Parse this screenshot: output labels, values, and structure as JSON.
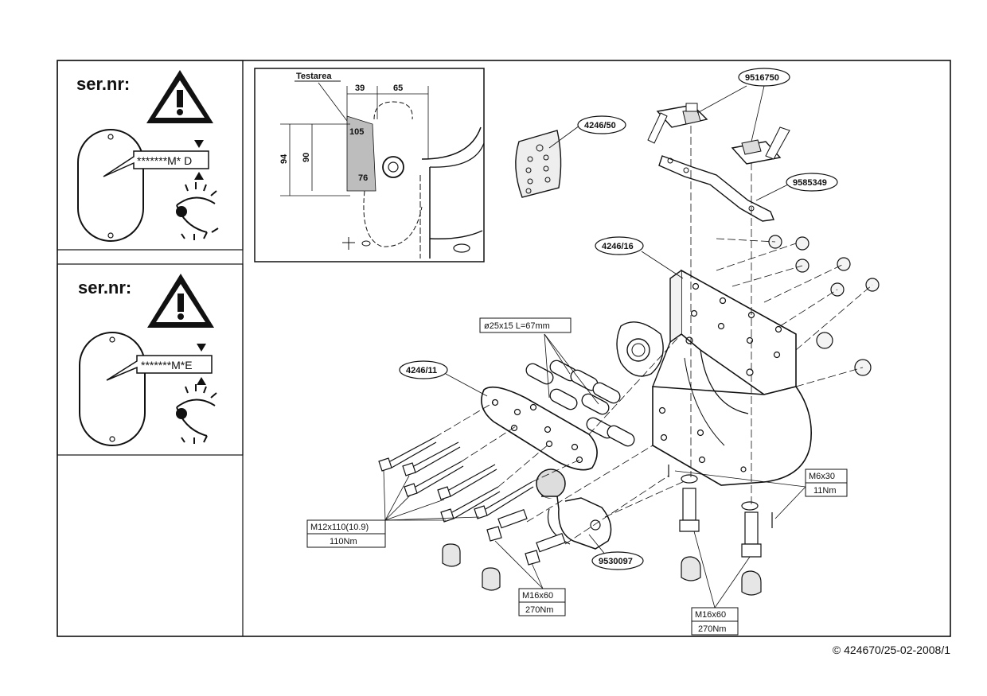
{
  "warning_panels": [
    {
      "heading": "ser.nr:",
      "serial_text": "*******M* D"
    },
    {
      "heading": "ser.nr:",
      "serial_text": "*******M*E"
    }
  ],
  "detail": {
    "test_area": "Testarea",
    "dim_39": "39",
    "dim_65": "65",
    "dim_105": "105",
    "dim_94": "94",
    "dim_90": "90",
    "dim_76": "76"
  },
  "part_labels": {
    "p9516750": "9516750",
    "p4246_50": "4246/50",
    "p9585349": "9585349",
    "p4246_16": "4246/16",
    "p4246_11": "4246/11",
    "p9530097": "9530097"
  },
  "spec_boxes": {
    "spacer": "ø25x15 L=67mm",
    "m12_spec": "M12x110(10.9)",
    "m12_torque": "110Nm",
    "m6_spec": "M6x30",
    "m6_torque": "11Nm",
    "m16a_spec": "M16x60",
    "m16a_torque": "270Nm",
    "m16b_spec": "M16x60",
    "m16b_torque": "270Nm"
  },
  "footer": "© 424670/25-02-2008/1"
}
